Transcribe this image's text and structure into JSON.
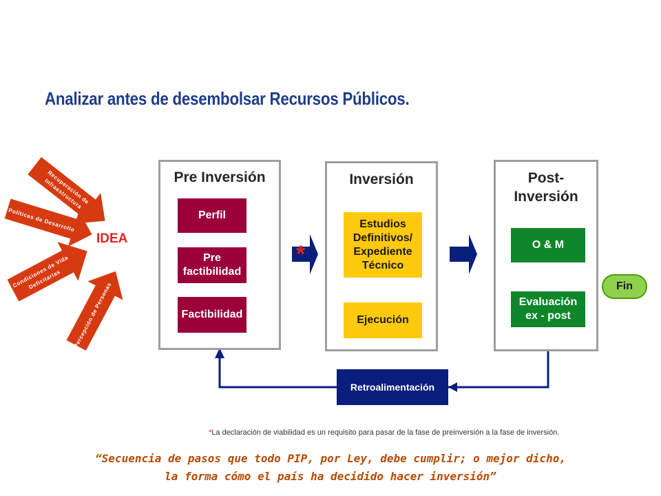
{
  "title": "Analizar antes de desembolsar  Recursos Públicos.",
  "idea_label": "IDEA",
  "input_arrows": [
    {
      "label_line1": "Recuperación de",
      "label_line2": "Infraestructura"
    },
    {
      "label_line1": "Políticas de Desarrollo"
    },
    {
      "label_line1": "Condiciones de Vida",
      "label_line2": "Deficitarias"
    },
    {
      "label_line1": "Percepción de Personas"
    }
  ],
  "phases": {
    "pre_inversion": {
      "title": "Pre Inversión",
      "steps": [
        "Perfil",
        "Pre factibilidad",
        "Factibilidad"
      ]
    },
    "inversion": {
      "title": "Inversión",
      "steps": [
        "Estudios Definitivos/ Expediente Técnico",
        "Ejecución"
      ]
    },
    "post_inversion": {
      "title_line1": "Post-",
      "title_line2": "Inversión",
      "steps": [
        "O & M",
        "Evaluación ex - post"
      ]
    }
  },
  "asterisk": "*",
  "fin_label": "Fin",
  "feedback_label": "Retroalimentación",
  "note_asterisk": "*",
  "note_text": "La declaración de viabilidad es un requisito para pasar de la fase de preinversión a la fase de inversión.",
  "quote_line1": "“Secuencia de pasos que todo PIP, por Ley, debe cumplir; o mejor dicho,",
  "quote_line2": "la forma cómo el país ha decidido hacer inversión”",
  "colors": {
    "title": "#1f3d8a",
    "red_step": "#9b0038",
    "yellow_step": "#ffc90e",
    "green_step": "#10862b",
    "navy": "#0a1e7e",
    "input_arrow": "#d63a10",
    "fin": "#8fd14f",
    "accent": "#e2231a",
    "quote": "#b84a00"
  }
}
